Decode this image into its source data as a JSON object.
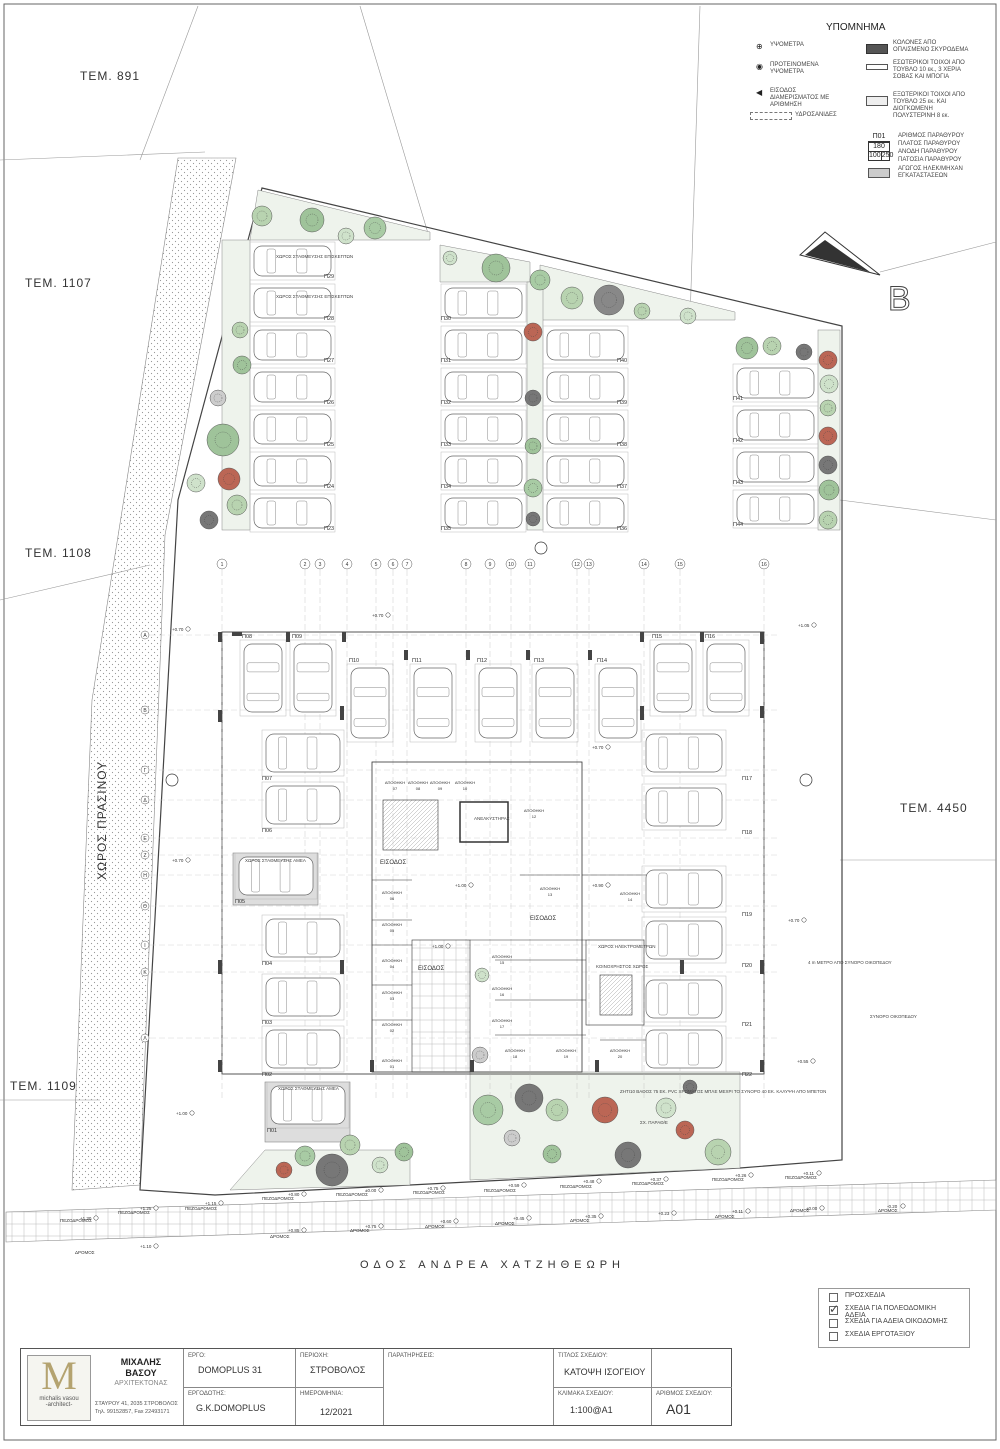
{
  "legend": {
    "title": "ΥΠΟΜΝΗΜΑ",
    "left": [
      {
        "icon": "crosshair-icon",
        "text": "ΥΨΟΜΕΤΡΑ"
      },
      {
        "icon": "crosshair-filled-icon",
        "text": "ΠΡΟΤΕΙΝΟΜΕΝΑ ΥΨΟΜΕΤΡΑ"
      },
      {
        "icon": "arrow-left-icon",
        "text": "ΕΙΣΟΔΟΣ ΔΙΑΜΕΡΙΣΜΑΤΟΣ ΜΕ ΑΡΙΘΜΗΣΗ"
      },
      {
        "icon": "dashed-box-icon",
        "text": "ΥΔΡΟΣΑΝΙΔΕΣ"
      }
    ],
    "right": [
      {
        "icon": "dark-fill-icon",
        "text": "ΚΟΛΟΝΕΣ ΑΠΟ ΟΠΛΙΣΜΕΝΟ ΣΚΥΡΟΔΕΜΑ"
      },
      {
        "icon": "thin-wall-icon",
        "text": "ΕΣΩΤΕΡΙΚΟΙ ΤΟΙΧΟΙ ΑΠΟ ΤΟΥΒΛΟ 10 εκ., 3 ΧΕΡΙΑ ΣΟΒΑΣ ΚΑΙ ΜΠΟΓΙΑ"
      },
      {
        "icon": "thick-wall-icon",
        "text": "ΕΞΩΤΕΡΙΚΟΙ ΤΟΙΧΟΙ ΑΠΟ ΤΟΥΒΛΟ 25 εκ. ΚΑΙ ΔΙΟΓΚΩΜΕΝΗ ΠΟΛΥΣΤΕΡΙΝΗ 8 εκ."
      }
    ],
    "window_tag": {
      "code": "Π01",
      "width": "180",
      "sill": "100",
      "height": "250"
    },
    "window_notes": [
      "ΑΡΙΘΜΟΣ ΠΑΡΑΘΥΡΟΥ",
      "ΠΛΑΤΟΣ ΠΑΡΑΘΥΡΟΥ",
      "ΑΝΟΔΗ ΠΑΡΑΘΥΡΟΥ",
      "ΠΑΤΟΣΙΑ ΠΑΡΑΘΥΡΟΥ"
    ],
    "duct_note": "ΑΓΩΓΟΣ ΗΛΕΚ/ΜΗΧΑΝ ΕΓΚΑΤΑΣΤΑΣΕΩΝ"
  },
  "north_label": "Β",
  "plots": {
    "tem891": "ΤΕΜ. 891",
    "tem1107": "ΤΕΜ. 1107",
    "tem1108": "ΤΕΜ. 1108",
    "tem1109": "ΤΕΜ. 1109",
    "tem4450": "ΤΕΜ. 4450",
    "green": "ΧΩΡΟΣ ΠΡΑΣΙΝΟΥ"
  },
  "street": "ΟΔΟΣ ΑΝΔΡΕΑ ΧΑΤΖΗΘΕΩΡΗ",
  "labels": {
    "pedestrian": "ΠΕΖΟΔΡΟΜΟΣ",
    "road": "ΔΡΟΜΟΣ",
    "entry": "ΕΙΣΟΔΟΣ",
    "storage": "ΑΠΟΘΗΚΗ",
    "elevator": "ΑΝΕΛΚΥΣΤΗΡΑΣ",
    "accessible": "ΧΩΡΟΣ ΣΤΑΘΜΕΥΣΗΣ ΑΜΕΑ",
    "ev_parking": "ΧΩΡΟΣ ΣΤΑΘΜΕΥΣΗΣ ΕΠΙΣΚΕΠΤΩΝ",
    "boundary_note": "4 m ΜΕΤΡΟ ΑΠΟ ΣΥΝΟΡΟ ΟΙΚΟΠΕΔΟΥ",
    "boundary": "ΣΥΝΟΡΟ ΟΙΚΟΠΕΔΟΥ",
    "meter_room": "ΧΩΡΟΣ ΗΛΕΚΤΡΟΜΕΤΡΩΝ",
    "bins": "ΚΟΙΝΟΧΡΗΣΤΟΣ ΧΩΡΟΣ",
    "wall_note": "ΖΗΤΙ10 ΒΑΘΟΣ 75 ΕΚ. PVC ΧΡΩΜΑΤΟΣ ΜΠΛΕ ΜΕΧΡΙ ΤΟ ΣΥΝΟΡΟ 40 ΕΚ. ΚΑΛΥΨΗ ΑΠΟ ΜΠΕΤΟΝ",
    "wall_note_ref": "ΣΧ. ΠΑΡΑΘ/Ε"
  },
  "levels": {
    "a": "+0.70",
    "b": "+1.00",
    "c": "+1.05",
    "d": "+0.90",
    "e": "+0.55",
    "f": "+1.15",
    "g": "+1.25",
    "h": "+1.10",
    "i": "+0.85",
    "j": "+0.75",
    "k": "+0.60",
    "l": "+0.45",
    "m": "+0.35",
    "n": "+0.23",
    "o": "+0.11",
    "p": "-0.20",
    "q": "+0.26",
    "r": "+0.37",
    "s": "+0.48",
    "t": "+0.59",
    "u": "+0.80",
    "v": "+0.95",
    "w": "+1.30",
    "x": "±0.00"
  },
  "grid_numbers": [
    "1",
    "2",
    "3",
    "4",
    "5",
    "6",
    "7",
    "8",
    "9",
    "10",
    "11",
    "12",
    "13",
    "14",
    "15",
    "16"
  ],
  "grid_letters": [
    "Α",
    "Β",
    "Γ",
    "Δ",
    "Ε",
    "Ζ",
    "Η",
    "Θ",
    "Ι",
    "Κ",
    "Λ"
  ],
  "parking": {
    "rear_left": [
      "Π29",
      "Π28",
      "Π27",
      "Π26",
      "Π25",
      "Π24",
      "Π23"
    ],
    "rear_mid_left": [
      "Π30",
      "Π31",
      "Π32",
      "Π33",
      "Π34",
      "Π35"
    ],
    "rear_mid_right": [
      "Π40",
      "Π39",
      "Π38",
      "Π37",
      "Π36"
    ],
    "rear_right": [
      "Π41",
      "Π42",
      "Π43",
      "Π44"
    ],
    "top_row": [
      "Π08",
      "Π09",
      "Π10",
      "Π11",
      "Π12",
      "Π13",
      "Π14",
      "Π15",
      "Π16"
    ],
    "left_col": [
      "Π07",
      "Π06",
      "Π05",
      "Π04",
      "Π03",
      "Π02",
      "Π01"
    ],
    "right_col": [
      "Π17",
      "Π18",
      "Π19",
      "Π20",
      "Π21",
      "Π22"
    ]
  },
  "storage_numbers": [
    "07",
    "08",
    "09",
    "10",
    "12",
    "13",
    "14",
    "15",
    "16",
    "17",
    "18",
    "19",
    "20",
    "01",
    "02",
    "03",
    "04",
    "05",
    "06"
  ],
  "checklist": [
    {
      "checked": false,
      "text": "ΠΡΟΣΧΕΔΙΑ"
    },
    {
      "checked": true,
      "text": "ΣΧΕΔΙΑ ΓΙΑ ΠΟΛΕΟΔΟΜΙΚΗ ΑΔΕΙΑ"
    },
    {
      "checked": false,
      "text": "ΣΧΕΔΙΑ ΓΙΑ ΑΔΕΙΑ ΟΙΚΟΔΟΜΗΣ"
    },
    {
      "checked": false,
      "text": "ΣΧΕΔΙΑ ΕΡΓΟΤΑΞΙΟΥ"
    }
  ],
  "titleblock": {
    "logo_letter": "M",
    "logo_line1": "michalis vasou",
    "logo_line2": "-architect-",
    "architect_name1": "ΜΙΧΑΛΗΣ",
    "architect_name2": "ΒΑΣΟΥ",
    "architect_role": "ΑΡΧΙΤΕΚΤΟΝΑΣ",
    "address": "ΣΤΑΥΡΟΥ 41, 2035 ΣΤΡΟΒΟΛΟΣ",
    "phone": "Τηλ. 99152857, Fax 22493171",
    "project_cap": "ΕΡΓΟ:",
    "project": "DOMOPLUS 31",
    "client_cap": "ΕΡΓΟΔΟΤΗΣ:",
    "client": "G.K.DOMOPLUS",
    "area_cap": "ΠΕΡΙΟΧΗ:",
    "area": "ΣΤΡΟΒΟΛΟΣ",
    "date_cap": "ΗΜΕΡΟΜΗΝΙΑ:",
    "date": "12/2021",
    "notes_cap": "ΠΑΡΑΤΗΡΗΣΕΙΣ:",
    "drawing_title_cap": "ΤΙΤΛΟΣ ΣΧΕΔΙΟΥ:",
    "drawing_title": "ΚΑΤΟΨΗ ΙΣΟΓΕΙΟΥ",
    "scale_cap": "ΚΛΙΜΑΚΑ ΣΧΕΔΙΟΥ:",
    "scale": "1:100@A1",
    "number_cap": "ΑΡΙΘΜΟΣ ΣΧΕΔΙΟΥ:",
    "number": "Α01"
  }
}
